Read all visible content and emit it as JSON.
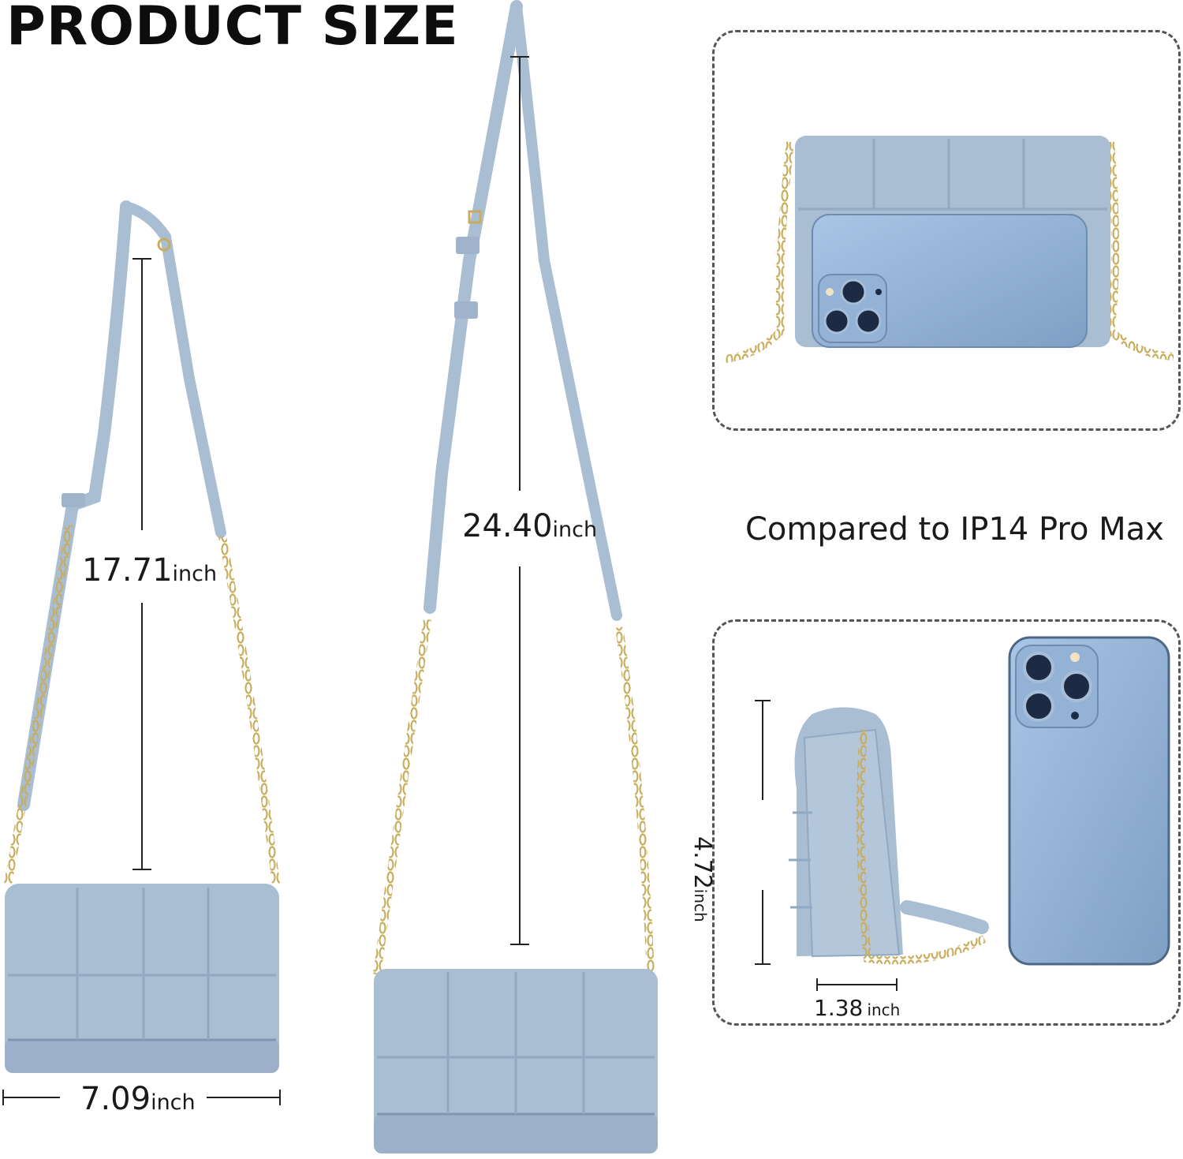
{
  "title": "PRODUCT SIZE",
  "dimensions": {
    "strap_short": {
      "value": "17.71",
      "unit": "inch"
    },
    "strap_long": {
      "value": "24.40",
      "unit": "inch"
    },
    "width": {
      "value": "7.09",
      "unit": "inch"
    },
    "height": {
      "value": "4.72",
      "unit": "inch"
    },
    "depth": {
      "value": "1.38",
      "unit": "inch"
    }
  },
  "comparison_label": "Compared to IP14 Pro Max",
  "colors": {
    "bag": "#a9bdd3",
    "bag_dark": "#8fa6c0",
    "chain": "#d8c27a",
    "phone": "#8eaed2"
  }
}
